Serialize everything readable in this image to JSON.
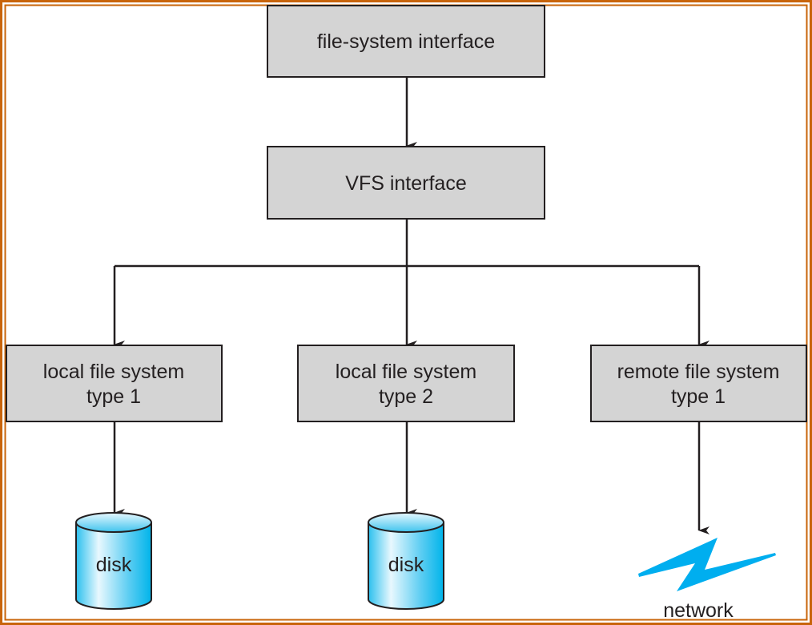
{
  "colors": {
    "border": "#c8640a",
    "box_fill": "#d4d4d4",
    "line": "#231f20",
    "disk": "#1ab8e8",
    "network": "#00aeef"
  },
  "nodes": {
    "fs_interface": {
      "label": "file-system interface"
    },
    "vfs_interface": {
      "label": "VFS interface"
    },
    "local1": {
      "line1": "local file system",
      "line2": "type 1"
    },
    "local2": {
      "line1": "local file system",
      "line2": "type 2"
    },
    "remote1": {
      "line1": "remote file system",
      "line2": "type 1"
    },
    "disk1": {
      "label": "disk"
    },
    "disk2": {
      "label": "disk"
    },
    "network": {
      "label": "network",
      "icon": "lightning-network-icon"
    }
  }
}
